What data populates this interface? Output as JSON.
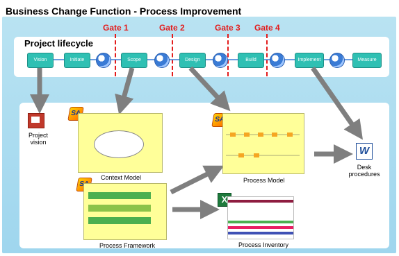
{
  "page": {
    "title": "Business Change Function - Process Improvement"
  },
  "lifecycle": {
    "label": "Project lifecycle",
    "stages": [
      "Vision",
      "Initiate",
      "Scope",
      "Design",
      "Build",
      "Implement",
      "Measure"
    ],
    "gates": [
      "Gate 1",
      "Gate 2",
      "Gate 3",
      "Gate 4"
    ]
  },
  "artifacts": {
    "project_vision": "Project vision",
    "context_model": "Context Model",
    "process_model": "Process Model",
    "process_framework": "Process Framework",
    "process_inventory": "Process Inventory",
    "desk_procedures": "Desk procedures"
  },
  "badges": {
    "sa": "SA",
    "word": "W",
    "excel": "X"
  },
  "colors": {
    "background": "#a9dcf0",
    "stage": "#2fc0b3",
    "gate": "#e31c1c",
    "arrow": "#7f7f7f",
    "document": "#ffff99"
  }
}
